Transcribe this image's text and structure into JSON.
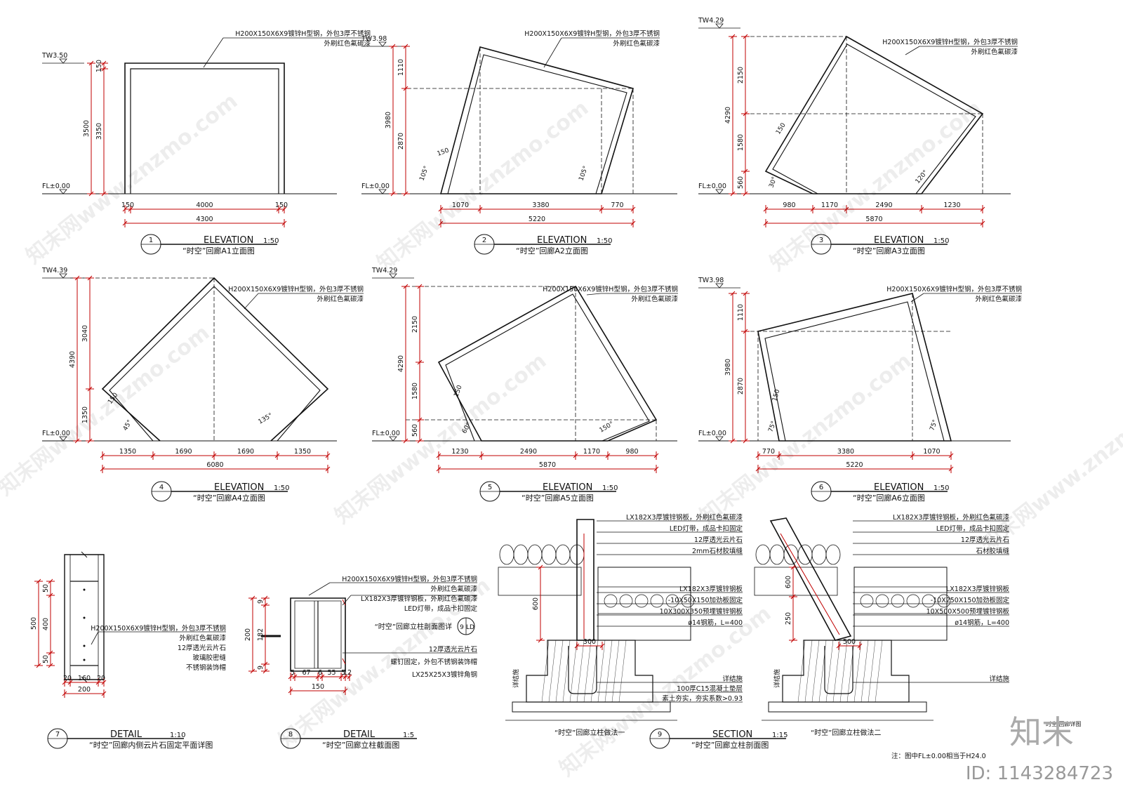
{
  "views": [
    {
      "num": "1",
      "title": "ELEVATION",
      "scale": "1:50",
      "subtitle": "“时空”回廊A1立面图",
      "tw": "TW3.50",
      "fl": "FL±0.00",
      "note1": "H200X150X6X9镀锌H型钢，外包3厚不锈钢",
      "note2": "外刷红色氟碳漆",
      "vdims": [
        "150",
        "3350",
        "3500"
      ],
      "hdims": [
        "150",
        "4000",
        "150"
      ],
      "total": "4300"
    },
    {
      "num": "2",
      "title": "ELEVATION",
      "scale": "1:50",
      "subtitle": "“时空”回廊A2立面图",
      "tw": "TW3.98",
      "fl": "FL±0.00",
      "note1": "H200X150X6X9镀锌H型钢，外包3厚不锈钢",
      "note2": "外刷红色氟碳漆",
      "vdims": [
        "1110",
        "2870",
        "3980"
      ],
      "hdims": [
        "1070",
        "3380",
        "770"
      ],
      "total": "5220",
      "angles": [
        "105°",
        "105°"
      ],
      "thick": "150"
    },
    {
      "num": "3",
      "title": "ELEVATION",
      "scale": "1:50",
      "subtitle": "“时空”回廊A3立面图",
      "tw": "TW4.29",
      "fl": "FL±0.00",
      "note1": "H200X150X6X9镀锌H型钢，外包3厚不锈钢",
      "note2": "外刷红色氟碳漆",
      "vdims": [
        "2150",
        "1580",
        "560",
        "4290"
      ],
      "hdims": [
        "980",
        "1170",
        "2490",
        "1230"
      ],
      "total": "5870",
      "angles": [
        "30°",
        "120°"
      ],
      "thick": "150"
    },
    {
      "num": "4",
      "title": "ELEVATION",
      "scale": "1:50",
      "subtitle": "“时空”回廊A4立面图",
      "tw": "TW4.39",
      "fl": "FL±0.00",
      "note1": "H200X150X6X9镀锌H型钢，外包3厚不锈钢",
      "note2": "外刷红色氟碳漆",
      "vdims": [
        "3040",
        "1350",
        "4390"
      ],
      "hdims": [
        "1350",
        "1690",
        "1690",
        "1350"
      ],
      "total": "6080",
      "angles": [
        "45°",
        "135°"
      ],
      "thick": "150"
    },
    {
      "num": "5",
      "title": "ELEVATION",
      "scale": "1:50",
      "subtitle": "“时空”回廊A5立面图",
      "tw": "TW4.29",
      "fl": "FL±0.00",
      "note1": "H200X150X6X9镀锌H型钢，外包3厚不锈钢",
      "note2": "外刷红色氟碳漆",
      "vdims": [
        "2150",
        "1580",
        "560",
        "4290"
      ],
      "hdims": [
        "1230",
        "2490",
        "1170",
        "980"
      ],
      "total": "5870",
      "angles": [
        "60°",
        "150°"
      ],
      "thick": "150"
    },
    {
      "num": "6",
      "title": "ELEVATION",
      "scale": "1:50",
      "subtitle": "“时空”回廊A6立面图",
      "tw": "TW3.98",
      "fl": "FL±0.00",
      "note1": "H200X150X6X9镀锌H型钢，外包3厚不锈钢",
      "note2": "外刷红色氟碳漆",
      "vdims": [
        "1110",
        "2870",
        "3980"
      ],
      "hdims": [
        "770",
        "3380",
        "1070"
      ],
      "total": "5220",
      "angles": [
        "75°",
        "75°"
      ],
      "thick": "150"
    }
  ],
  "detail7": {
    "num": "7",
    "title": "DETAIL",
    "scale": "1:10",
    "subtitle": "“时空”回廊内侧云片石固定平面详图",
    "notes": [
      "H200X150X6X9镀锌H型钢，外包3厚不锈钢",
      "外刷红色氟碳漆",
      "12厚透光云片石",
      "玻璃胶密缝",
      "不锈钢装饰帽"
    ],
    "vdims": [
      "50",
      "400",
      "50",
      "500"
    ],
    "hdims": [
      "20",
      "160",
      "20"
    ],
    "total": "200"
  },
  "detail8": {
    "num": "8",
    "title": "DETAIL",
    "scale": "1:5",
    "subtitle": "“时空”回廊立柱截面图",
    "notes": [
      "H200X150X6X9镀锌H型钢，外包3厚不锈钢",
      "外刷红色氟碳漆",
      "LX182X3厚镀锌钢板，外刷红色氟碳漆",
      "LED灯带，成品卡扣固定",
      "“时空”回廊立柱剖面图详",
      "12厚透光云片石",
      "螺钉固定，外包不锈钢装饰帽",
      "LX25X25X3镀锌角钢"
    ],
    "callout": "9",
    "callout_ref": "LD",
    "vdims": [
      "9",
      "182",
      "9",
      "200"
    ],
    "hdims": [
      "5",
      "67",
      "6",
      "55",
      "5",
      "12"
    ],
    "total": "150"
  },
  "section9": {
    "num": "9",
    "title": "SECTION",
    "scale": "1:15",
    "subtitle": "“时空”回廊立柱剖面图",
    "left_caption": "“时空”回廊立柱做法一",
    "right_caption": "“时空”回廊立柱做法二",
    "notes_left": [
      "LX182X3厚镀锌钢板，外刷红色氟碳漆",
      "LED灯带，成品卡扣固定",
      "12厚透光云片石",
      "2mm石材胶填缝",
      "LX182X3厚镀锌钢板",
      "-10X50X150加劲板固定",
      "10X300X350预埋镀锌钢板",
      "ø14钢筋，L=400",
      "详结施",
      "100厚C15混凝土垫层",
      "素土夯实，夯实系数>0.93"
    ],
    "notes_right": [
      "LX182X3厚镀锌钢板，外刷红色氟碳漆",
      "LED灯带，成品卡扣固定",
      "12厚透光云片石",
      "石材胶填缝",
      "LX182X3厚镀锌钢板",
      "-10X250X150加劲板固定",
      "10X500X500预埋镀锌钢板",
      "ø14钢筋，L=400",
      "详结施"
    ],
    "dims_left": [
      "600",
      "300"
    ],
    "dims_right": [
      "600",
      "250",
      "500"
    ],
    "side_label": "详结施"
  },
  "footnote": "注：图中FL±0.00相当于H24.0",
  "watermark": "知末网www.znzmo.com",
  "logo": "知末",
  "id_label": "ID: 1143284723",
  "corner_text": "时空 回廊详图"
}
